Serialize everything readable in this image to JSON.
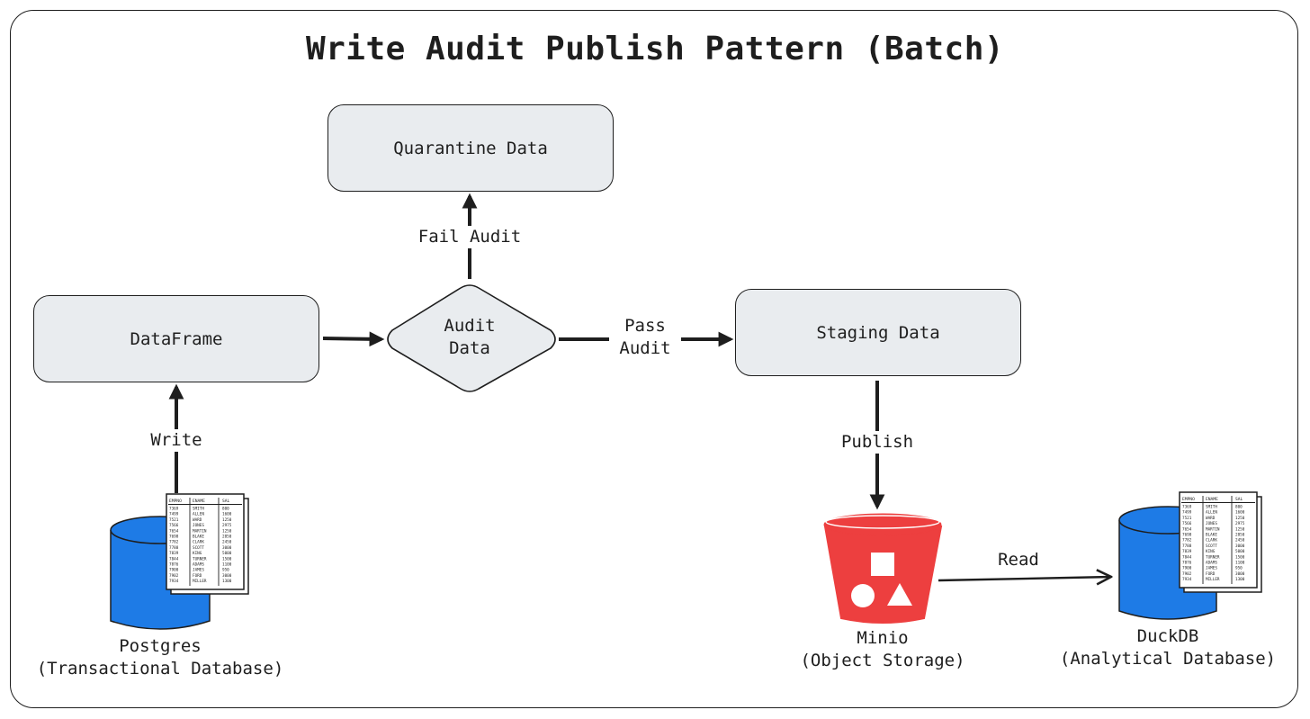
{
  "title": "Write Audit Publish Pattern (Batch)",
  "nodes": {
    "quarantine": "Quarantine Data",
    "dataframe": "DataFrame",
    "audit_line1": "Audit",
    "audit_line2": "Data",
    "staging": "Staging Data"
  },
  "edges": {
    "fail": "Fail Audit",
    "pass_line1": "Pass",
    "pass_line2": "Audit",
    "write": "Write",
    "publish": "Publish",
    "read": "Read"
  },
  "stores": {
    "postgres_name": "Postgres",
    "postgres_desc": "(Transactional Database)",
    "minio_name": "Minio",
    "minio_desc": "(Object Storage)",
    "duckdb_name": "DuckDB",
    "duckdb_desc": "(Analytical Database)"
  },
  "table": {
    "headers": [
      "EMPNO",
      "ENAME",
      "SAL"
    ],
    "rows": [
      [
        "7369",
        "SMITH",
        "800"
      ],
      [
        "7499",
        "ALLEN",
        "1600"
      ],
      [
        "7521",
        "WARD",
        "1250"
      ],
      [
        "7566",
        "JONES",
        "2975"
      ],
      [
        "7654",
        "MARTIN",
        "1250"
      ],
      [
        "7698",
        "BLAKE",
        "2850"
      ],
      [
        "7782",
        "CLARK",
        "2450"
      ],
      [
        "7788",
        "SCOTT",
        "3000"
      ],
      [
        "7839",
        "KING",
        "5000"
      ],
      [
        "7844",
        "TURNER",
        "1500"
      ],
      [
        "7876",
        "ADAMS",
        "1100"
      ],
      [
        "7900",
        "JAMES",
        "950"
      ],
      [
        "7902",
        "FORD",
        "3000"
      ],
      [
        "7934",
        "MILLER",
        "1300"
      ]
    ]
  },
  "colors": {
    "box_fill": "#e9ecef",
    "stroke": "#1e1e1e",
    "db_blue": "#1e7be6",
    "bucket_red": "#ed3f3f"
  }
}
